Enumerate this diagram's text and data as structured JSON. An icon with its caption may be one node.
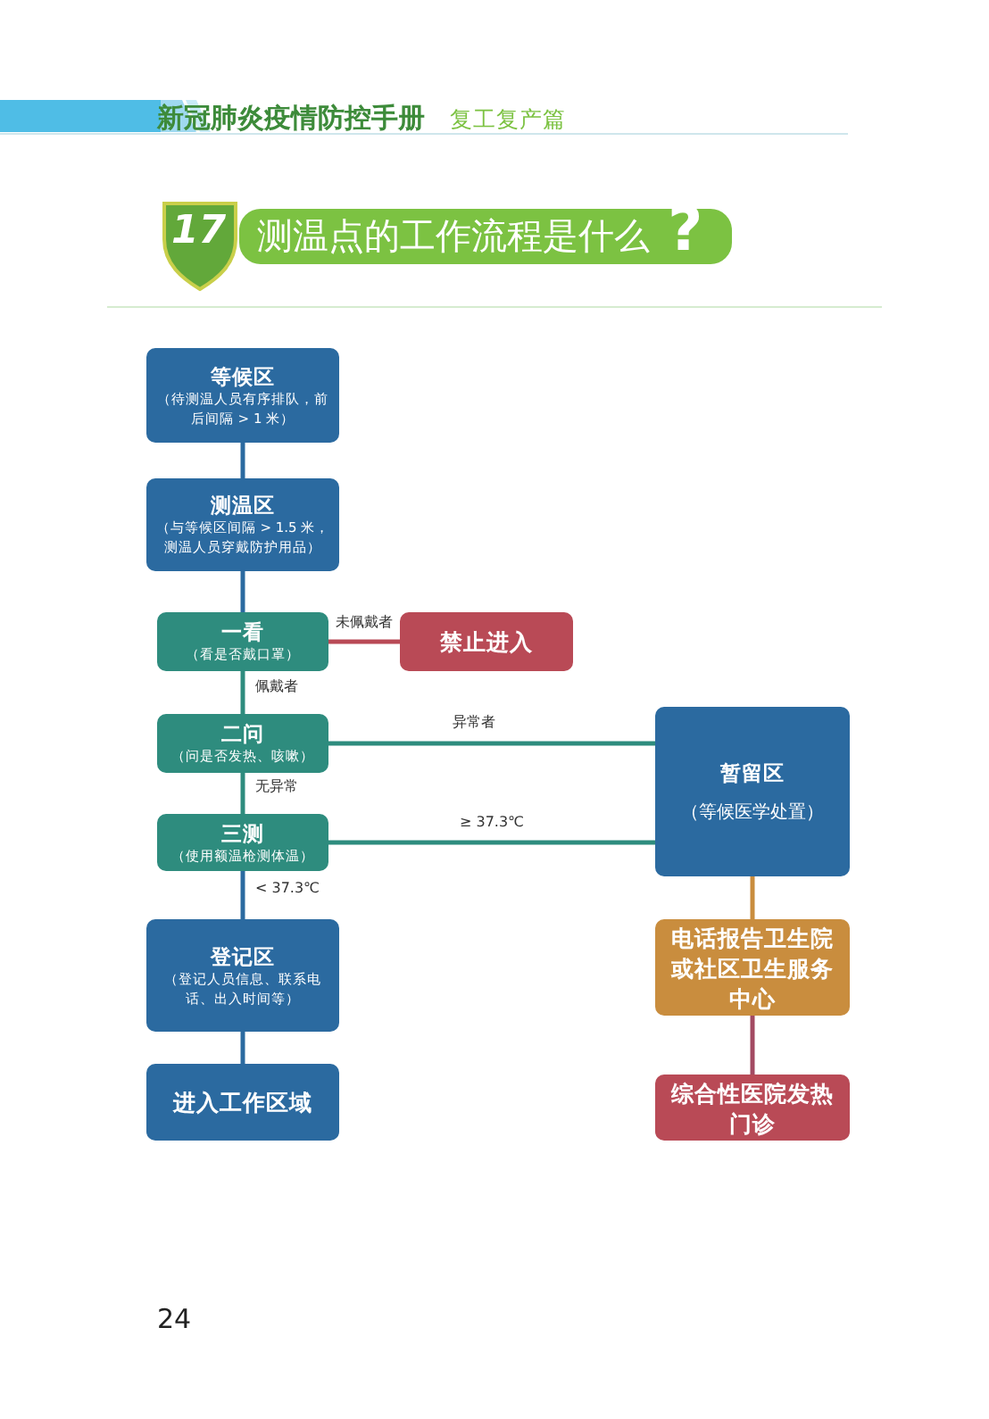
{
  "diagram": {
    "title": "测温点的工作流程是什么",
    "nodes": [
      {
        "text": [
          "等候区",
          "（待测温人员有序排队，前后间隔 > 1 米）"
        ]
      },
      {
        "text": [
          "测温区",
          "（与等候区间隔 > 1.5 米，测温人员穿戴防护用品）"
        ]
      },
      {
        "text": [
          "一看",
          "（看是否戴口罩）"
        ]
      },
      {
        "text": [
          "禁止进入"
        ]
      },
      {
        "text": [
          "二问",
          "（问是否发热、咳嗽）"
        ]
      },
      {
        "text": [
          "三测",
          "（使用额温枪测体温）"
        ]
      },
      {
        "text": [
          "登记区",
          "（登记人员信息、联系电话、出入时间等）"
        ]
      },
      {
        "text": [
          "进入工作区域"
        ]
      },
      {
        "text": [
          "暂留区",
          "（等候医学处置）"
        ]
      },
      {
        "text": [
          "电话报告卫生院或社区卫生服务中心"
        ]
      },
      {
        "text": [
          "综合性医院发热门诊"
        ]
      }
    ],
    "edges": [
      {
        "from": 0,
        "to": 1,
        "arrow": "none",
        "color": "#2b6aa0"
      },
      {
        "from": 1,
        "to": 2,
        "arrow": "none",
        "color": "#2b6aa0"
      },
      {
        "from": 2,
        "to": 3,
        "arrow": "none",
        "label": "未佩戴者",
        "color": "#b94a56"
      },
      {
        "from": 2,
        "to": 4,
        "arrow": "none",
        "label": "佩戴者"
      },
      {
        "from": 4,
        "to": 8,
        "arrow": "none",
        "label": "异常者"
      },
      {
        "from": 4,
        "to": 5,
        "arrow": "none",
        "label": "无异常"
      },
      {
        "from": 5,
        "to": 8,
        "arrow": "none",
        "label": "≥ 37.3℃"
      },
      {
        "from": 5,
        "to": 6,
        "arrow": "none",
        "label": "< 37.3℃",
        "color": "#2b6aa0"
      },
      {
        "from": 6,
        "to": 7,
        "arrow": "none",
        "color": "#2b6aa0"
      },
      {
        "from": 8,
        "to": 9,
        "arrow": "none",
        "color": "#c98d3e"
      },
      {
        "from": 9,
        "to": 10,
        "arrow": "none",
        "color": "#a34a62"
      }
    ],
    "labels": [
      "新冠肺炎疫情防控手册",
      "复工复产篇",
      "17",
      "?",
      "24"
    ]
  }
}
